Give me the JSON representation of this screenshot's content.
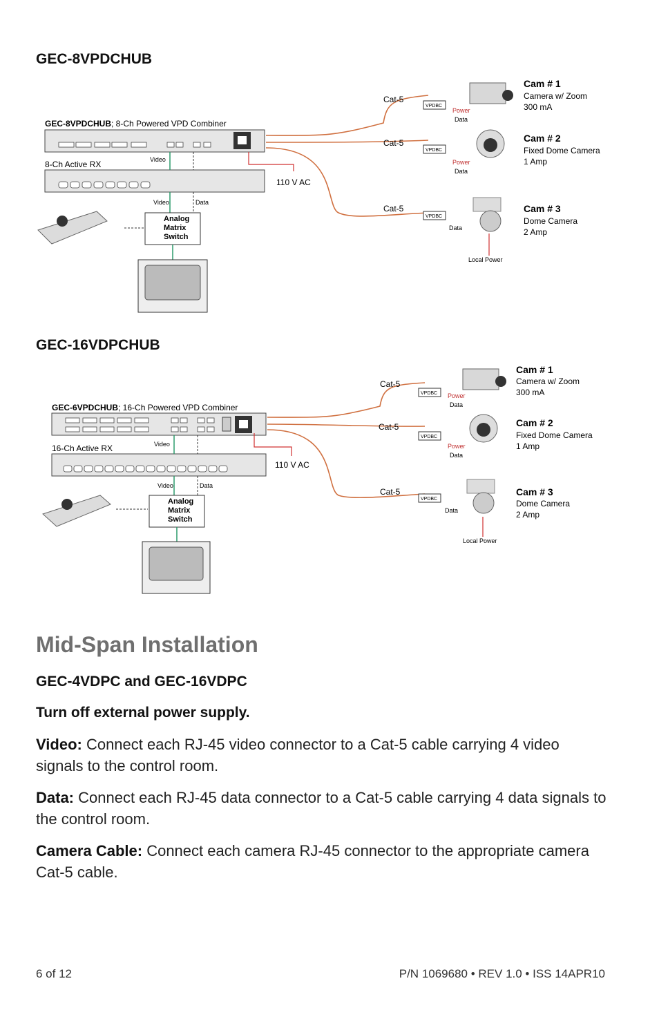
{
  "diagram1": {
    "heading": "GEC-8VPDCHUB",
    "combiner_model": "GEC-8VPDCHUB",
    "combiner_desc": "; 8-Ch Powered VPD Combiner",
    "rx_label": "8-Ch Active RX",
    "ac_label": "110 V AC",
    "video_label": "Video",
    "data_label": "Data",
    "switch_lines": [
      "Analog",
      "Matrix",
      "Switch"
    ],
    "cable_label": "Cat-5",
    "vpdbc_label": "VPDBC",
    "power_label": "Power",
    "local_power_label": "Local Power",
    "cameras": [
      {
        "title": "Cam # 1",
        "lines": [
          "Camera w/ Zoom",
          "300 mA"
        ]
      },
      {
        "title": "Cam # 2",
        "lines": [
          "Fixed Dome Camera",
          "1 Amp"
        ]
      },
      {
        "title": "Cam # 3",
        "lines": [
          "Dome Camera",
          "2 Amp"
        ]
      }
    ]
  },
  "diagram2": {
    "heading": "GEC-16VDPCHUB",
    "combiner_model": "GEC-6VPDCHUB",
    "combiner_desc": "; 16-Ch Powered VPD Combiner",
    "rx_label": "16-Ch Active RX",
    "ac_label": "110 V AC",
    "video_label": "Video",
    "data_label": "Data",
    "switch_lines": [
      "Analog",
      "Matrix",
      "Switch"
    ],
    "cable_label": "Cat-5",
    "vpdbc_label": "VPDBC",
    "power_label": "Power",
    "local_power_label": "Local Power",
    "cameras": [
      {
        "title": "Cam # 1",
        "lines": [
          "Camera w/ Zoom",
          "300 mA"
        ]
      },
      {
        "title": "Cam # 2",
        "lines": [
          "Fixed Dome Camera",
          "1 Amp"
        ]
      },
      {
        "title": "Cam # 3",
        "lines": [
          "Dome Camera",
          "2 Amp"
        ]
      }
    ]
  },
  "section": {
    "title": "Mid-Span Installation",
    "subheading": "GEC-4VDPC and GEC-16VDPC",
    "instruction": "Turn off external power supply.",
    "paragraphs": [
      {
        "label": "Video:",
        "text": " Connect each RJ-45 video connector to a Cat-5 cable carrying 4 video signals to the control room."
      },
      {
        "label": "Data:",
        "text": " Connect each RJ-45 data connector to a Cat-5 cable carrying 4 data signals to the control room."
      },
      {
        "label": "Camera Cable:",
        "text": " Connect each camera RJ-45 connector to the appropriate camera Cat-5 cable."
      }
    ]
  },
  "footer": {
    "page": "6 of 12",
    "part_number": "P/N 1069680 • REV 1.0 • ISS 14APR10"
  }
}
